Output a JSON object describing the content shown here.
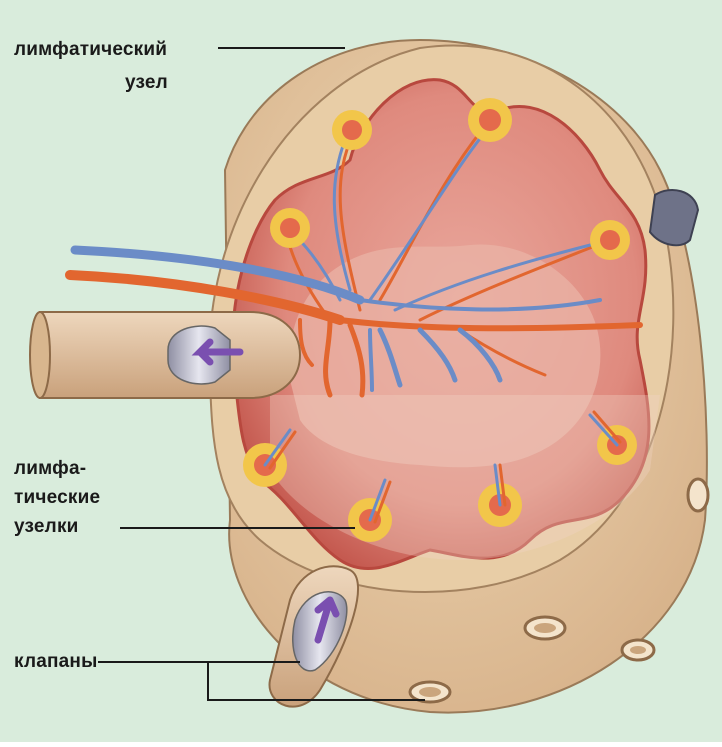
{
  "labels": {
    "lymph_node_line1": "лимфатический",
    "lymph_node_line2": "узел",
    "nodules_line1": "лимфа-",
    "nodules_line2": "тические",
    "nodules_line3": "узелки",
    "valves": "клапаны"
  },
  "colors": {
    "background": "#d9ecdc",
    "capsule": "#e4c9a0",
    "cortex": "#d86a5c",
    "medulla": "#e8a89a",
    "artery": "#e2662f",
    "vein": "#6b8cc7",
    "follicle_ring": "#f2c64a",
    "valve": "#a9a9bb",
    "arrow": "#7a4fb0"
  }
}
